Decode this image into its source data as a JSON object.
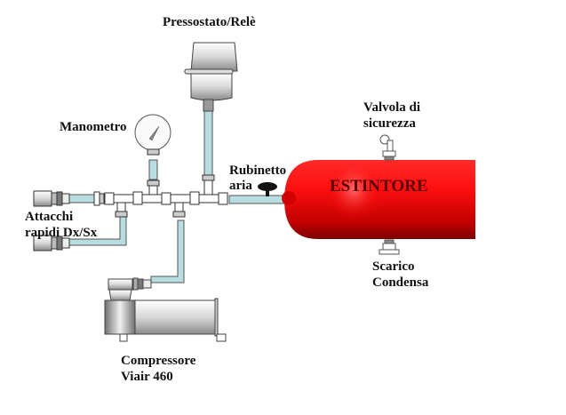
{
  "diagram": {
    "title_labels": {
      "pressure_switch": "Pressostato/Relè",
      "gauge": "Manometro",
      "air_valve_line1": "Rubinetto",
      "air_valve_line2": "aria",
      "safety_valve_line1": "Valvola di",
      "safety_valve_line2": "sicurezza",
      "tank": "ESTINTORE",
      "drain_line1": "Scarico",
      "drain_line2": "Condensa",
      "quick_couplers_line1": "Attacchi",
      "quick_couplers_line2": "rapidi Dx/Sx",
      "compressor_line1": "Compressore",
      "compressor_line2": "Viair 460"
    },
    "colors": {
      "pipe": "#b7dde0",
      "tank": "#e00000",
      "fitting": "#ffffff",
      "outline": "#333333"
    },
    "components": [
      "pressure-switch",
      "gauge",
      "air-valve",
      "tank",
      "safety-valve",
      "drain-valve",
      "quick-couplers",
      "compressor"
    ]
  }
}
